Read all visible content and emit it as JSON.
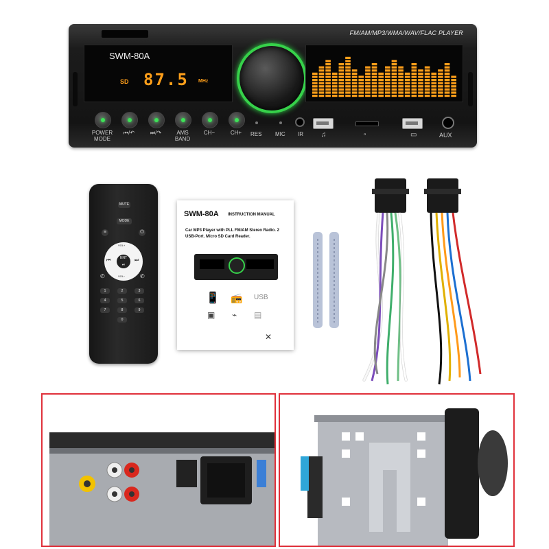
{
  "head_unit": {
    "tagline": "FM/AM/MP3/WMA/WAV/FLAC PLAYER",
    "display": {
      "model": "SWM-80A",
      "source": "SD",
      "frequency": "87.5",
      "unit": "MHz"
    },
    "equalizer_levels": [
      0.55,
      0.7,
      0.85,
      0.6,
      0.75,
      0.9,
      0.65,
      0.5,
      0.72,
      0.8,
      0.6,
      0.68,
      0.85,
      0.7,
      0.55,
      0.78,
      0.62,
      0.74,
      0.58,
      0.66,
      0.8,
      0.52
    ],
    "buttons": [
      {
        "label": "POWER\nMODE",
        "icon": "power-mode-icon"
      },
      {
        "label": "⏮/↶",
        "icon": "prev-track-icon"
      },
      {
        "label": "⏭/↷",
        "icon": "next-track-icon"
      },
      {
        "label": "AMS\nBAND",
        "icon": "ams-band-icon"
      },
      {
        "label": "CH−",
        "icon": "channel-down-icon"
      },
      {
        "label": "CH+",
        "icon": "channel-up-icon"
      }
    ],
    "res_label": "RES",
    "mic_label": "MIC",
    "ir_label": "IR",
    "aux_label": "AUX",
    "accent_color": "#36d14a",
    "display_color": "#ff9f1a"
  },
  "remote": {
    "mute_label": "MUTE",
    "mode_label": "MODE",
    "vol_up_label": "VOL+",
    "vol_down_label": "VOL−",
    "enter_label": "ENT",
    "keypad": [
      "1",
      "2",
      "3",
      "4",
      "5",
      "6",
      "7",
      "8",
      "9",
      "0"
    ]
  },
  "manual": {
    "model": "SWM-80A",
    "title": "INSTRUCTION MANUAL",
    "description": "Car MP3 Player with PLL FM/AM Stereo Radio. 2 USB-Port. Micro SD Card Reader."
  },
  "panel_border_color": "#e0303a"
}
